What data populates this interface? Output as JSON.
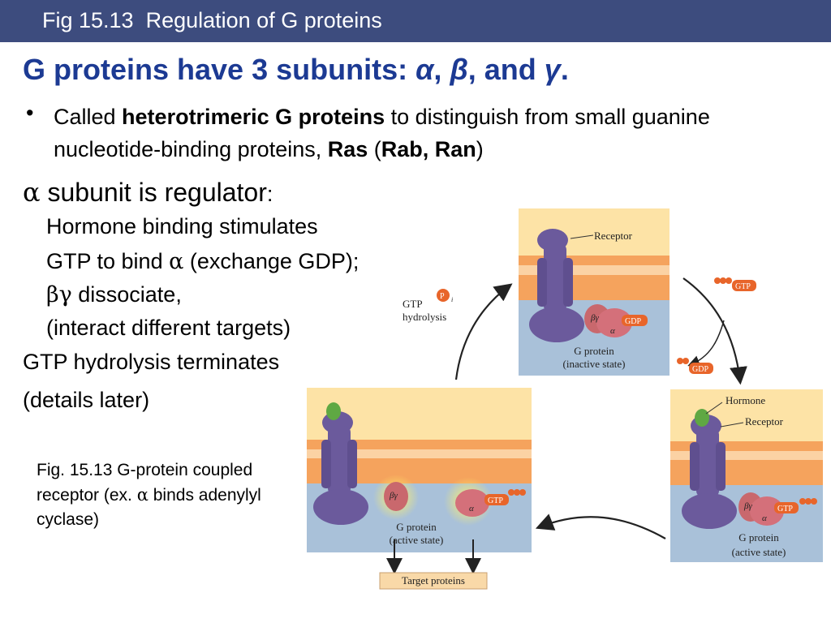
{
  "slide": {
    "fig_title": "Fig 15.13  Regulation of G proteins",
    "heading_prefix": "G proteins have 3 subunits: ",
    "heading_alpha": "α",
    "heading_sep1": ", ",
    "heading_beta": "β",
    "heading_sep2": ", and ",
    "heading_gamma": "γ",
    "heading_end": ".",
    "bullet_mark": "•",
    "called_1": "Called ",
    "called_bold": "heterotrimeric G proteins",
    "called_2": " to distinguish from small guanine nucleotide-binding proteins, ",
    "called_ras": "Ras",
    "called_3": " (",
    "called_rabran": "Rab, Ran",
    "called_4": ")",
    "alpha_symbol": "α",
    "alpha_line": " subunit is regulator",
    "alpha_colon": ":",
    "hormone_line": "Hormone binding stimulates",
    "gtp_line_1": "GTP to bind ",
    "gtp_line_alpha": "α",
    "gtp_line_2": " (exchange GDP);",
    "bg_symbol": "βγ",
    "bg_line": " dissociate,",
    "interact_line": "(interact  different targets)",
    "hydrolysis_line": "GTP hydrolysis terminates",
    "details_line": "(details later)",
    "caption_1": "Fig. 15.13 G-protein coupled receptor (ex. ",
    "caption_alpha": "α",
    "caption_2": " binds adenylyl cyclase)"
  },
  "diagram": {
    "receptor_label": "Receptor",
    "hormone_label": "Hormone",
    "gprotein_label": "G protein",
    "inactive_state": "(inactive state)",
    "active_state": "(active state)",
    "gtp_hydrolysis_1": "GTP",
    "gtp_hydrolysis_2": "hydrolysis",
    "pi_label": "P",
    "pi_sub": "i",
    "gtp_label": "GTP",
    "gdp_label": "GDP",
    "beta_gamma": "βγ",
    "alpha": "α",
    "target_proteins": "Target proteins"
  },
  "colors": {
    "title_bar": "#3d4c7e",
    "heading": "#1c3a93",
    "membrane_outer": "#f5a35d",
    "extracellular": "#fde3a6",
    "cytoplasm": "#a9c1d9",
    "receptor": "#6b5a9c",
    "g_alpha": "#c9686d",
    "gtp_badge": "#e8652a",
    "hormone": "#5fa843",
    "target_box": "#f9d9a8"
  }
}
